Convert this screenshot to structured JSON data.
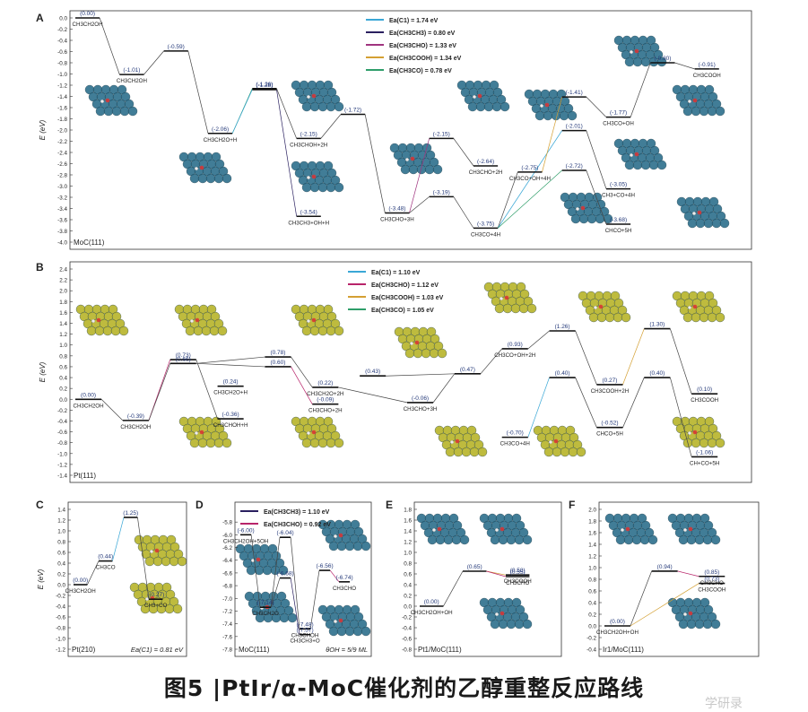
{
  "figure": {
    "caption": "图5 |PtIr/α-MoC催化剂的乙醇重整反应路线",
    "watermark": "学研录"
  },
  "chart_data": [
    {
      "type": "line",
      "panel_letter": "A",
      "surface": "MoC(111)",
      "ylabel": "E (eV)",
      "ylim": [
        -4.0,
        0.0
      ],
      "yticks": [
        0.0,
        -0.2,
        -0.4,
        -0.6,
        -0.8,
        -1.0,
        -1.2,
        -1.4,
        -1.6,
        -1.8,
        -2.0,
        -2.2,
        -2.4,
        -2.6,
        -2.8,
        -3.0,
        -3.2,
        -3.4,
        -3.6,
        -3.8,
        -4.0
      ],
      "legend": [
        {
          "label": "Ea(C1) = 1.74 eV",
          "color": "#3aa7d6"
        },
        {
          "label": "Ea(CH3CH3) = 0.80 eV",
          "color": "#2a2060"
        },
        {
          "label": "Ea(CH3CHO) = 1.33 eV",
          "color": "#a0347f"
        },
        {
          "label": "Ea(CH3COOH) = 1.34 eV",
          "color": "#d4a033"
        },
        {
          "label": "Ea(CH3CO) = 0.78 eV",
          "color": "#2f9e6a"
        }
      ],
      "levels": [
        {
          "x": 0,
          "y": 0.0,
          "label": "CH3CH2OH"
        },
        {
          "x": 1,
          "y": -1.01,
          "label": "CH3CH2OH"
        },
        {
          "x": 2,
          "y": -0.59,
          "label": ""
        },
        {
          "x": 3,
          "y": -2.06,
          "label": "CH3CH2O+H"
        },
        {
          "x": 4,
          "y": -1.26,
          "label": ""
        },
        {
          "x": 4,
          "y": -1.28,
          "label": ""
        },
        {
          "x": 5,
          "y": -2.15,
          "label": "CH3CHOH+2H"
        },
        {
          "x": 5,
          "y": -3.54,
          "label": "CH3CH3+OH+H"
        },
        {
          "x": 6,
          "y": -1.72,
          "label": ""
        },
        {
          "x": 7,
          "y": -3.48,
          "label": "CH3CHO+3H"
        },
        {
          "x": 8,
          "y": -2.15,
          "label": ""
        },
        {
          "x": 8,
          "y": -3.19,
          "label": ""
        },
        {
          "x": 9,
          "y": -2.64,
          "label": "CH3CHO+2H"
        },
        {
          "x": 9,
          "y": -3.75,
          "label": "CH3CO+4H"
        },
        {
          "x": 10,
          "y": -2.75,
          "label": "CH3CO+OH+4H"
        },
        {
          "x": 11,
          "y": -1.41,
          "label": ""
        },
        {
          "x": 11,
          "y": -2.01,
          "label": ""
        },
        {
          "x": 11,
          "y": -2.72,
          "label": ""
        },
        {
          "x": 12,
          "y": -1.77,
          "label": "CH3CO+OH"
        },
        {
          "x": 12,
          "y": -3.05,
          "label": "CH3+CO+4H"
        },
        {
          "x": 12,
          "y": -3.68,
          "label": "CHCO+5H"
        },
        {
          "x": 13,
          "y": -0.8,
          "label": ""
        },
        {
          "x": 14,
          "y": -0.91,
          "label": "CH3COOH"
        }
      ]
    },
    {
      "type": "line",
      "panel_letter": "B",
      "surface": "Pt(111)",
      "ylabel": "E (eV)",
      "ylim": [
        -1.4,
        2.4
      ],
      "yticks": [
        2.4,
        2.2,
        2.0,
        1.8,
        1.6,
        1.4,
        1.2,
        1.0,
        0.8,
        0.6,
        0.4,
        0.2,
        0.0,
        -0.2,
        -0.4,
        -0.6,
        -0.8,
        -1.0,
        -1.2,
        -1.4
      ],
      "legend": [
        {
          "label": "Ea(C1) = 1.10 eV",
          "color": "#3aa7d6"
        },
        {
          "label": "Ea(CH3CHO) = 1.12 eV",
          "color": "#b8246a"
        },
        {
          "label": "Ea(CH3COOH) = 1.03 eV",
          "color": "#d4a033"
        },
        {
          "label": "Ea(CH3CO) = 1.05 eV",
          "color": "#2f9e6a"
        }
      ],
      "levels": [
        {
          "x": 0,
          "y": 0.0,
          "label": "CH3CH2OH"
        },
        {
          "x": 1,
          "y": -0.39,
          "label": "CH3CH2OH"
        },
        {
          "x": 2,
          "y": 0.73,
          "label": ""
        },
        {
          "x": 2,
          "y": 0.66,
          "label": ""
        },
        {
          "x": 3,
          "y": 0.24,
          "label": "CH3CH2O+H"
        },
        {
          "x": 3,
          "y": -0.36,
          "label": "CH3CHOH+H"
        },
        {
          "x": 4,
          "y": 0.78,
          "label": ""
        },
        {
          "x": 4,
          "y": 0.6,
          "label": ""
        },
        {
          "x": 5,
          "y": 0.22,
          "label": "CH3CH2O+2H"
        },
        {
          "x": 5,
          "y": -0.09,
          "label": "CH3CHO+2H"
        },
        {
          "x": 6,
          "y": 0.43,
          "label": ""
        },
        {
          "x": 7,
          "y": -0.06,
          "label": "CH3CHO+3H"
        },
        {
          "x": 8,
          "y": 0.47,
          "label": ""
        },
        {
          "x": 9,
          "y": 0.93,
          "label": "CH3CO+OH+2H"
        },
        {
          "x": 9,
          "y": -0.7,
          "label": "CH3CO+4H"
        },
        {
          "x": 10,
          "y": 1.26,
          "label": ""
        },
        {
          "x": 10,
          "y": 0.4,
          "label": ""
        },
        {
          "x": 11,
          "y": 0.27,
          "label": "CH3COOH+2H"
        },
        {
          "x": 11,
          "y": -0.52,
          "label": "CHCO+5H"
        },
        {
          "x": 12,
          "y": 1.3,
          "label": ""
        },
        {
          "x": 12,
          "y": 0.4,
          "label": ""
        },
        {
          "x": 13,
          "y": 0.1,
          "label": "CH3COOH"
        },
        {
          "x": 13,
          "y": -1.06,
          "label": "CH+CO+5H"
        }
      ]
    },
    {
      "type": "line",
      "panel_letter": "C",
      "surface": "Pt(210)",
      "note": "Ea(C1) = 0.81 eV",
      "ylabel": "E (eV)",
      "ylim": [
        -1.2,
        1.4
      ],
      "yticks": [
        1.4,
        1.2,
        1.0,
        0.8,
        0.6,
        0.4,
        0.2,
        0.0,
        -0.2,
        -0.4,
        -0.6,
        -0.8,
        -1.0,
        -1.2
      ],
      "levels": [
        {
          "x": 0,
          "y": 0.0,
          "label": "CH3CH2OH"
        },
        {
          "x": 1,
          "y": 0.44,
          "label": "CH3CO"
        },
        {
          "x": 2,
          "y": 1.25,
          "label": ""
        },
        {
          "x": 3,
          "y": -0.27,
          "label": "CH3+CO"
        }
      ]
    },
    {
      "type": "line",
      "panel_letter": "D",
      "surface": "MoC(111)",
      "note": "θOH = 5/9 ML",
      "legend": [
        {
          "label": "Ea(CH3CH3) = 1.10 eV",
          "color": "#2a2060"
        },
        {
          "label": "Ea(CH3CHO) = 0.92 eV",
          "color": "#b8246a"
        }
      ],
      "ylim": [
        -7.8,
        -5.6
      ],
      "yticks": [
        -5.8,
        -6.0,
        -6.2,
        -6.4,
        -6.6,
        -6.8,
        -7.0,
        -7.2,
        -7.4,
        -7.6,
        -7.8
      ],
      "levels": [
        {
          "x": 0,
          "y": -6.0,
          "label": "CH3CH2OH+5OH"
        },
        {
          "x": 1,
          "y": -7.14,
          "label": "CH3CH2O"
        },
        {
          "x": 2,
          "y": -6.04,
          "label": ""
        },
        {
          "x": 2,
          "y": -6.68,
          "label": ""
        },
        {
          "x": 3,
          "y": -7.48,
          "label": "CH3CHOH"
        },
        {
          "x": 3,
          "y": -7.57,
          "label": "CH3CH3+O"
        },
        {
          "x": 4,
          "y": -6.56,
          "label": ""
        },
        {
          "x": 5,
          "y": -6.74,
          "label": "CH3CHO"
        }
      ]
    },
    {
      "type": "line",
      "panel_letter": "E",
      "surface": "Pt1/MoC(111)",
      "ylim": [
        -0.8,
        1.8
      ],
      "yticks": [
        1.8,
        1.6,
        1.4,
        1.2,
        1.0,
        0.8,
        0.6,
        0.4,
        0.2,
        0.0,
        -0.2,
        -0.4,
        -0.6,
        -0.8
      ],
      "levels": [
        {
          "x": 0,
          "y": 0.0,
          "label": "CH3CH2OH+OH"
        },
        {
          "x": 1,
          "y": 0.65,
          "label": ""
        },
        {
          "x": 2,
          "y": 0.58,
          "label": "CH3COOH"
        },
        {
          "x": 2,
          "y": 0.55,
          "label": "CH3CHO"
        }
      ]
    },
    {
      "type": "line",
      "panel_letter": "F",
      "surface": "Ir1/MoC(111)",
      "ylim": [
        -0.4,
        2.0
      ],
      "yticks": [
        2.0,
        1.8,
        1.6,
        1.4,
        1.2,
        1.0,
        0.8,
        0.6,
        0.4,
        0.2,
        0.0,
        -0.2,
        -0.4
      ],
      "levels": [
        {
          "x": 0,
          "y": 0.0,
          "label": "CH3CH2OH+OH"
        },
        {
          "x": 1,
          "y": 0.94,
          "label": ""
        },
        {
          "x": 2,
          "y": 0.85,
          "label": "CH3CHO"
        },
        {
          "x": 2,
          "y": 0.73,
          "label": "CH3COOH"
        }
      ]
    }
  ]
}
